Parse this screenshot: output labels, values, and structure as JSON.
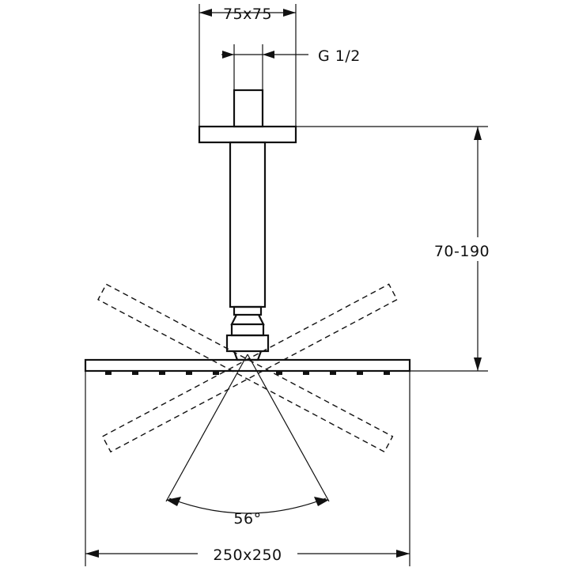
{
  "dimensions": {
    "flange_size": "75x75",
    "thread": "G 1/2",
    "arm_length": "70-190",
    "tilt_angle": "56°",
    "head_size": "250x250"
  }
}
